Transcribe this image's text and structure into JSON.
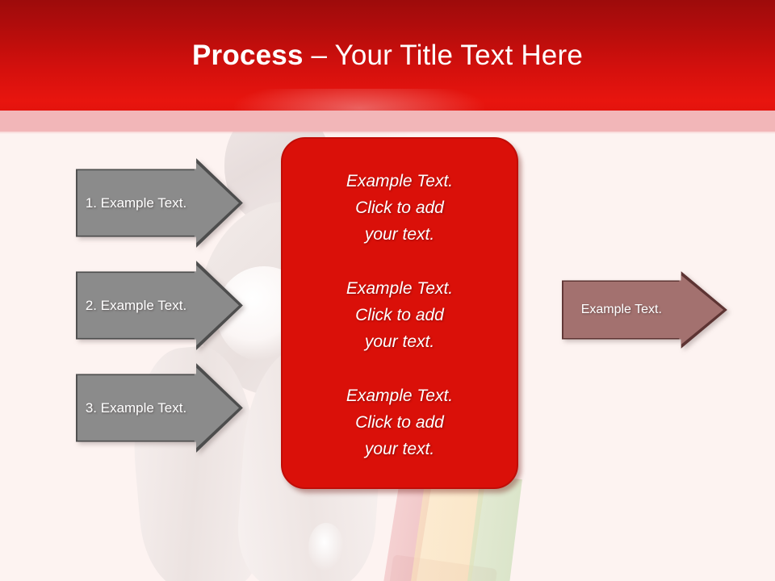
{
  "slide": {
    "title": {
      "strong": "Process",
      "rest": " – Your Title Text Here"
    },
    "background_color": "#fdf3f1",
    "header_color_top": "#9d0b0b",
    "header_color_bottom": "#e8150e",
    "accent_band_color": "#f2b6b8"
  },
  "input_arrows": [
    {
      "label": "1. Example Text.",
      "fill": "#8b8b8b",
      "stroke": "#4d4d4d"
    },
    {
      "label": "2. Example Text.",
      "fill": "#8b8b8b",
      "stroke": "#4d4d4d"
    },
    {
      "label": "3. Example Text.",
      "fill": "#8b8b8b",
      "stroke": "#4d4d4d"
    }
  ],
  "panel": {
    "fill": "#da1009",
    "blocks": [
      "Example Text.\nClick  to add\nyour text.",
      "Example Text.\nClick  to add\nyour text.",
      "Example Text.\nClick  to add\nyour text."
    ]
  },
  "output_arrow": {
    "label": "Example Text.",
    "fill": "#a3716f",
    "stroke": "#5d3433"
  },
  "decoration": {
    "figure": "3d-figure-silhouette",
    "pencils": [
      "pink",
      "cream",
      "green"
    ]
  }
}
